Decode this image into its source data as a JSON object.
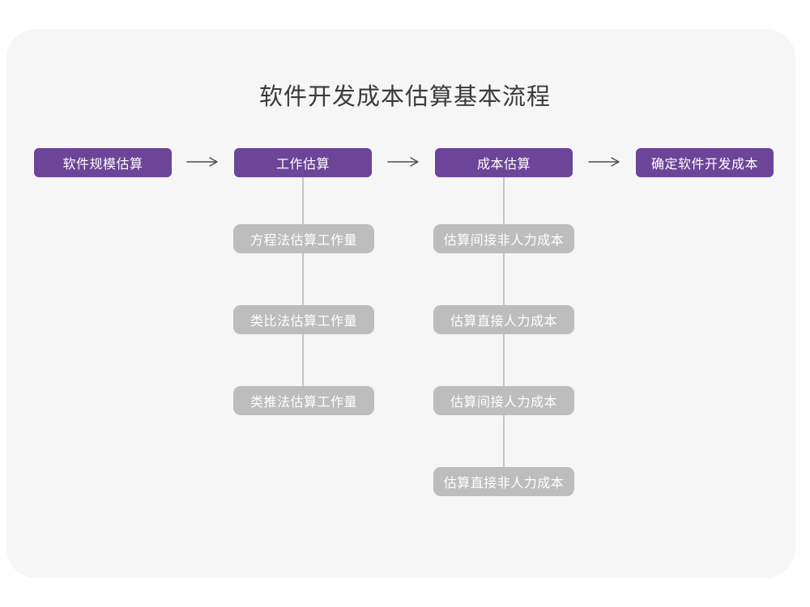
{
  "title": "软件开发成本估算基本流程",
  "flow": {
    "main_steps": [
      {
        "label": "软件规模估算"
      },
      {
        "label": "工作估算"
      },
      {
        "label": "成本估算"
      },
      {
        "label": "确定软件开发成本"
      }
    ],
    "work_estimation_methods": [
      {
        "label": "方程法估算工作量"
      },
      {
        "label": "类比法估算工作量"
      },
      {
        "label": "类推法估算工作量"
      }
    ],
    "cost_estimation_steps": [
      {
        "label": "估算间接非人力成本"
      },
      {
        "label": "估算直接人力成本"
      },
      {
        "label": "估算间接人力成本"
      },
      {
        "label": "估算直接非人力成本"
      }
    ]
  },
  "icons": {
    "arrow": "right-arrow-icon"
  },
  "colors": {
    "primary_node": "#6c4498",
    "secondary_node": "#bdbdbd",
    "connector_line": "#c6c6c6",
    "arrow": "#4d4d4d",
    "card_background": "#f6f6f7",
    "page_background": "#ffffff",
    "title_text": "#3b3b3b",
    "node_text": "#ffffff"
  }
}
